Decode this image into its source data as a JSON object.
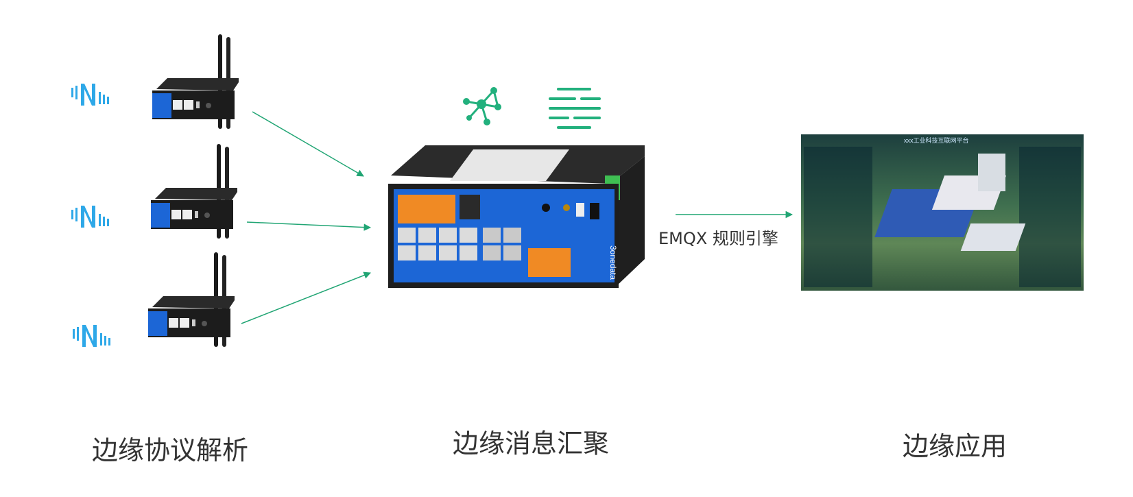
{
  "captions": {
    "left": "边缘协议解析",
    "middle": "边缘消息汇聚",
    "right": "边缘应用"
  },
  "rule_engine_label": "EMQX 规则引擎",
  "dashboard": {
    "title": "xxx工业科技互联网平台"
  },
  "device": {
    "brand": "3onedata"
  },
  "icons": {
    "protocol": "neuron-logo-icon",
    "network": "network-graph-icon",
    "broker": "nanomq-logo-icon"
  },
  "colors": {
    "arrow": "#21a574",
    "neuron_blue": "#2ea8e8",
    "emqx_green": "#22b07d",
    "device_blue": "#1c66d6"
  }
}
